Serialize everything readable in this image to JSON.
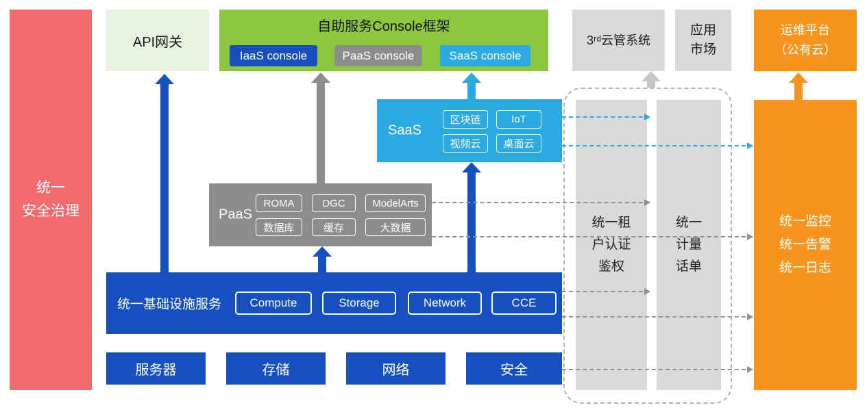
{
  "colors": {
    "blue": "#1550be",
    "cyan": "#29abe2",
    "gray": "#8c8c8c",
    "light_gray": "#d9d9d9",
    "green": "#8dc63f",
    "pale_green": "#e7f2e0",
    "orange": "#f7941e",
    "red": "#f4696b"
  },
  "security_bar": {
    "label": "统一\n安全治理"
  },
  "top_row": {
    "api_gateway": {
      "label": "API网关"
    },
    "console_framework": {
      "title": "自助服务Console框架",
      "consoles": [
        {
          "label": "IaaS console"
        },
        {
          "label": "PaaS console"
        },
        {
          "label": "SaaS console"
        }
      ]
    },
    "third_party_cloud": {
      "label": "3ʳᵈ云管系统"
    },
    "app_market": {
      "label": "应用\n市场"
    },
    "om_platform": {
      "label": "运维平台\n（公有云）"
    }
  },
  "saas": {
    "label": "SaaS",
    "items": [
      "区块链",
      "IoT",
      "视频云",
      "桌面云"
    ]
  },
  "paas": {
    "label": "PaaS",
    "items": [
      "ROMA",
      "DGC",
      "ModelArts",
      "数据库",
      "缓存",
      "大数据"
    ]
  },
  "infrastructure": {
    "label": "统一基础设施服务",
    "items": [
      "Compute",
      "Storage",
      "Network",
      "CCE"
    ]
  },
  "resources": [
    "服务器",
    "存储",
    "网络",
    "安全"
  ],
  "right_panel": {
    "tenant_auth": {
      "label": "统一租\n户认证\n鉴权"
    },
    "metering": {
      "label": "统一\n计量\n话单"
    },
    "monitoring": {
      "label": "统一监控\n统一告警\n统一日志"
    }
  }
}
